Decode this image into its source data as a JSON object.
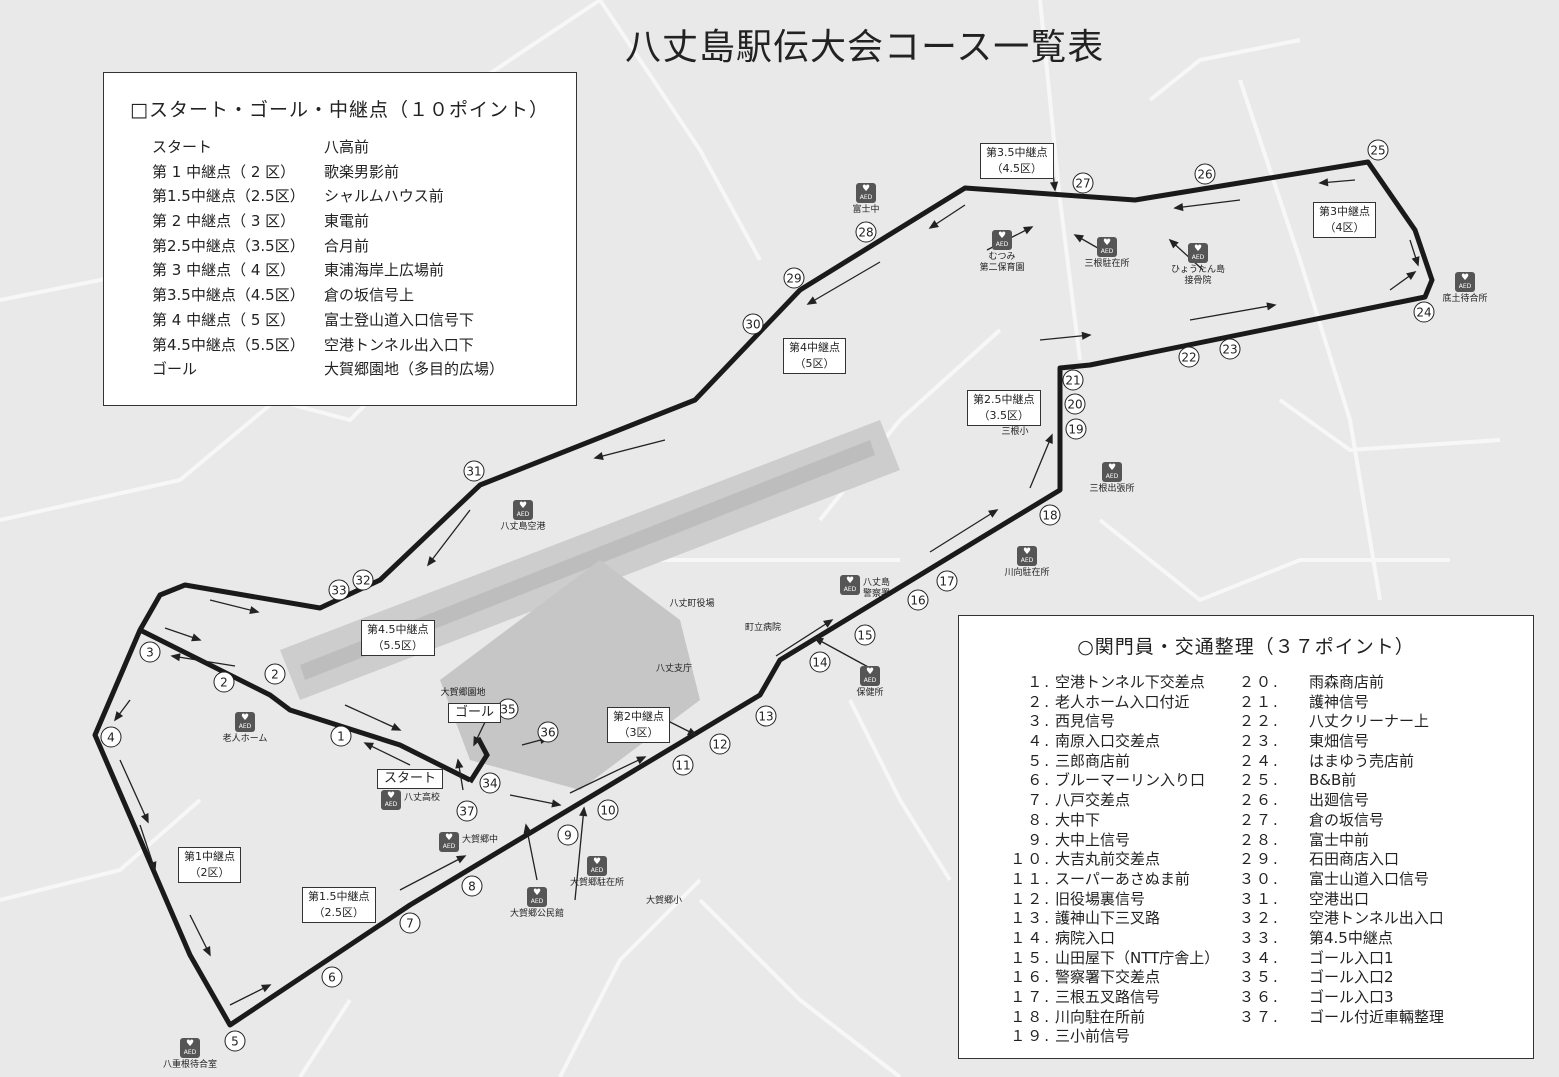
{
  "title": "八丈島駅伝大会コース一覧表",
  "colors": {
    "background": "#e9e9e9",
    "route": "#1a1a1a",
    "roads": "#f7f7f7",
    "airport": "#c8c8c8",
    "aed": "#555555"
  },
  "legend_relay": {
    "heading": "□スタート・ゴール・中継点（１０ポイント）",
    "rows": [
      {
        "point": "スタート",
        "place": "八高前"
      },
      {
        "point": "第 1 中継点（ 2 区）",
        "place": "歌楽男影前"
      },
      {
        "point": "第1.5中継点（2.5区）",
        "place": "シャルムハウス前"
      },
      {
        "point": "第 2 中継点（ 3 区）",
        "place": "東電前"
      },
      {
        "point": "第2.5中継点（3.5区）",
        "place": "合月前"
      },
      {
        "point": "第 3 中継点（ 4 区）",
        "place": "東浦海岸上広場前"
      },
      {
        "point": "第3.5中継点（4.5区）",
        "place": "倉の坂信号上"
      },
      {
        "point": "第 4 中継点（ 5 区）",
        "place": "富士登山道入口信号下"
      },
      {
        "point": "第4.5中継点（5.5区）",
        "place": "空港トンネル出入口下"
      },
      {
        "point": "ゴール",
        "place": "大賀郷園地（多目的広場）"
      }
    ]
  },
  "legend_marshal": {
    "heading": "○関門員・交通整理（３７ポイント）",
    "items": [
      {
        "n": "１.",
        "name": "空港トンネル下交差点"
      },
      {
        "n": "２.",
        "name": "老人ホーム入口付近"
      },
      {
        "n": "３.",
        "name": "西見信号"
      },
      {
        "n": "４.",
        "name": "南原入口交差点"
      },
      {
        "n": "５.",
        "name": "三郎商店前"
      },
      {
        "n": "６.",
        "name": "ブルーマーリン入り口"
      },
      {
        "n": "７.",
        "name": "八戸交差点"
      },
      {
        "n": "８.",
        "name": "大中下"
      },
      {
        "n": "９.",
        "name": "大中上信号"
      },
      {
        "n": "１０.",
        "name": "大吉丸前交差点"
      },
      {
        "n": "１１.",
        "name": "スーパーあさぬま前"
      },
      {
        "n": "１２.",
        "name": "旧役場裏信号"
      },
      {
        "n": "１３.",
        "name": "護神山下三叉路"
      },
      {
        "n": "１４.",
        "name": "病院入口"
      },
      {
        "n": "１５.",
        "name": "山田屋下（NTT庁舎上）"
      },
      {
        "n": "１６.",
        "name": "警察署下交差点"
      },
      {
        "n": "１７.",
        "name": "三根五叉路信号"
      },
      {
        "n": "１８.",
        "name": "川向駐在所前"
      },
      {
        "n": "１９.",
        "name": "三小前信号"
      },
      {
        "n": "２０.",
        "name": "雨森商店前"
      },
      {
        "n": "２１.",
        "name": "護神信号"
      },
      {
        "n": "２２.",
        "name": "八丈クリーナー上"
      },
      {
        "n": "２３.",
        "name": "東畑信号"
      },
      {
        "n": "２４.",
        "name": "はまゆう売店前"
      },
      {
        "n": "２５.",
        "name": "B&B前"
      },
      {
        "n": "２６.",
        "name": "出廻信号"
      },
      {
        "n": "２７.",
        "name": "倉の坂信号"
      },
      {
        "n": "２８.",
        "name": "富士中前"
      },
      {
        "n": "２９.",
        "name": "石田商店入口"
      },
      {
        "n": "３０.",
        "name": "富士山道入口信号"
      },
      {
        "n": "３１.",
        "name": "空港出口"
      },
      {
        "n": "３２.",
        "name": "空港トンネル出入口"
      },
      {
        "n": "３３.",
        "name": "第4.5中継点"
      },
      {
        "n": "３４.",
        "name": "ゴール入口1"
      },
      {
        "n": "３５.",
        "name": "ゴール入口2"
      },
      {
        "n": "３６.",
        "name": "ゴール入口3"
      },
      {
        "n": "３７.",
        "name": "ゴール付近車輛整理"
      }
    ]
  },
  "map": {
    "point_markers": [
      "1",
      "2",
      "2",
      "3",
      "4",
      "5",
      "6",
      "7",
      "8",
      "9",
      "10",
      "11",
      "12",
      "13",
      "14",
      "15",
      "16",
      "17",
      "18",
      "19",
      "20",
      "21",
      "22",
      "23",
      "24",
      "25",
      "26",
      "27",
      "28",
      "29",
      "30",
      "31",
      "32",
      "33",
      "34",
      "35",
      "36",
      "37"
    ],
    "relay_boxes": [
      {
        "line1": "スタート",
        "line2": ""
      },
      {
        "line1": "ゴール",
        "line2": ""
      },
      {
        "line1": "第1中継点",
        "line2": "（2区）"
      },
      {
        "line1": "第1.5中継点",
        "line2": "（2.5区）"
      },
      {
        "line1": "第2中継点",
        "line2": "（3区）"
      },
      {
        "line1": "第2.5中継点",
        "line2": "（3.5区）"
      },
      {
        "line1": "第3中継点",
        "line2": "（4区）"
      },
      {
        "line1": "第3.5中継点",
        "line2": "（4.5区）"
      },
      {
        "line1": "第4中継点",
        "line2": "（5区）"
      },
      {
        "line1": "第4.5中継点",
        "line2": "（5.5区）"
      }
    ],
    "aed_label": "AED",
    "aed_places": [
      "富士中",
      "むつみ\n第二保育園",
      "三根駐在所",
      "ひょうたん島\n接骨院",
      "底土待合所",
      "三根出張所",
      "川向駐在所",
      "八丈島\n警察署",
      "保健所",
      "八丈島空港",
      "老人ホーム",
      "八丈高校",
      "大賀郷中",
      "大賀郷公民館",
      "大賀郷駐在所",
      "八重根待合室"
    ],
    "places": [
      "三根小",
      "八丈町役場",
      "町立病院",
      "八丈支庁",
      "大賀郷園地",
      "大賀郷小"
    ]
  }
}
